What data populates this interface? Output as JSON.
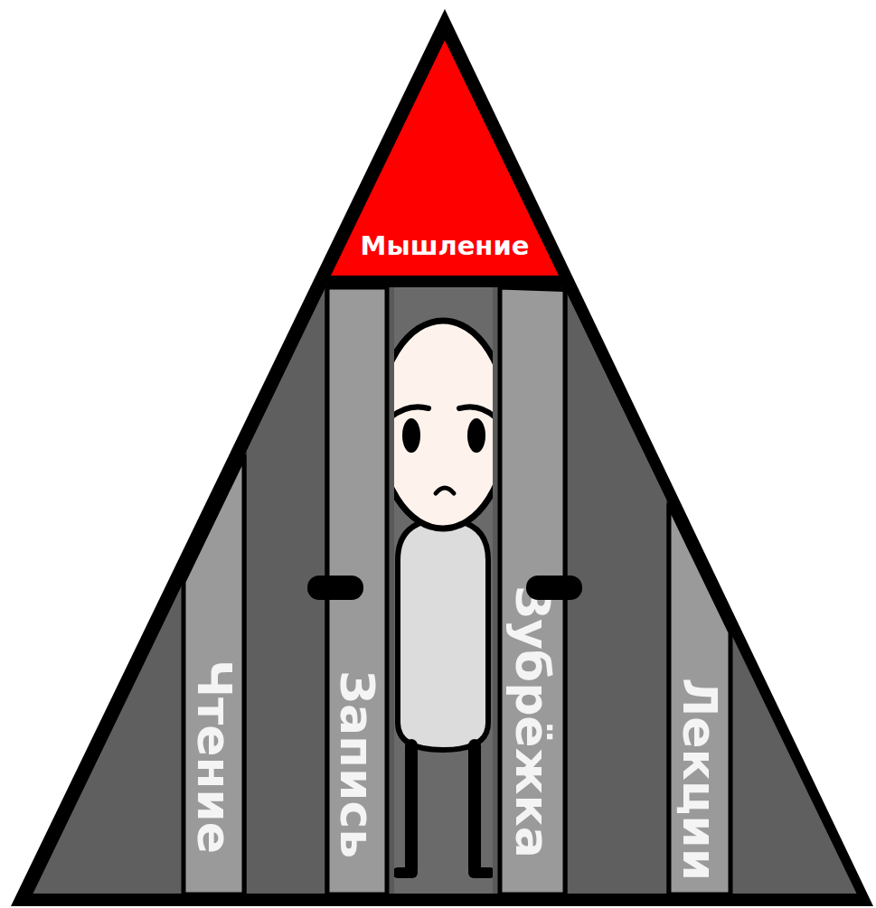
{
  "diagram": {
    "nodes": [
      {
        "text": [
          "Мышление"
        ]
      },
      {
        "text": [
          "Чтение"
        ]
      },
      {
        "text": [
          "Запись"
        ]
      },
      {
        "text": [
          "Зубрёжка"
        ]
      },
      {
        "text": [
          "Лекции"
        ]
      }
    ]
  }
}
